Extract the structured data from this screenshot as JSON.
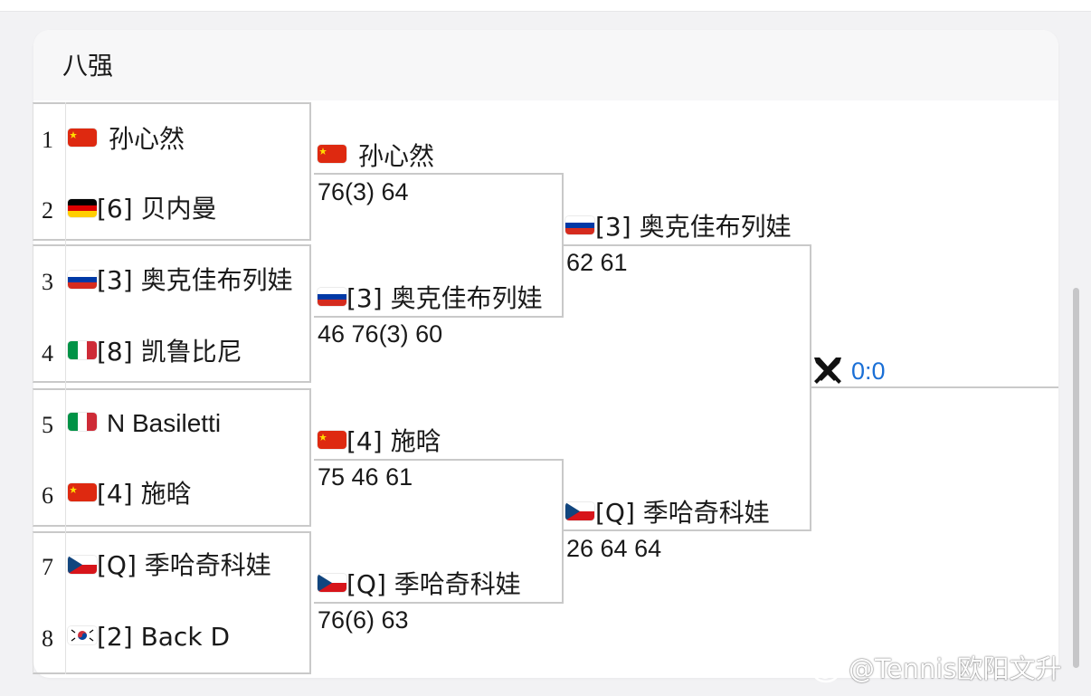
{
  "section_title": "八强",
  "round1": [
    {
      "seed": "1",
      "flag": "cn",
      "name": "孙心然"
    },
    {
      "seed": "2",
      "flag": "de",
      "name": "[6] 贝内曼"
    },
    {
      "seed": "3",
      "flag": "ru",
      "name": "[3] 奥克佳布列娃"
    },
    {
      "seed": "4",
      "flag": "it",
      "name": "[8] 凯鲁比尼"
    },
    {
      "seed": "5",
      "flag": "it",
      "name": "N Basiletti"
    },
    {
      "seed": "6",
      "flag": "cn",
      "name": "[4] 施晗"
    },
    {
      "seed": "7",
      "flag": "cz",
      "name": "[Q] 季哈奇科娃"
    },
    {
      "seed": "8",
      "flag": "kr",
      "name": "[2] Back D"
    }
  ],
  "semifinal_entries": [
    {
      "flag": "cn",
      "name": "孙心然",
      "score": "76(3) 64"
    },
    {
      "flag": "ru",
      "name": "[3] 奥克佳布列娃",
      "score": "46 76(3) 60"
    },
    {
      "flag": "cn",
      "name": "[4] 施晗",
      "score": "75 46 61"
    },
    {
      "flag": "cz",
      "name": "[Q] 季哈奇科娃",
      "score": "76(6) 63"
    }
  ],
  "final_entries": [
    {
      "flag": "ru",
      "name": "[3] 奥克佳布列娃",
      "score": "62 61"
    },
    {
      "flag": "cz",
      "name": "[Q] 季哈奇科娃",
      "score": "26 64 64"
    }
  ],
  "final_match": {
    "icon": "crossed-swords-icon",
    "score": "0:0"
  },
  "watermark": "@Tennis欧阳文升",
  "colors": {
    "link_blue": "#1a6fd6",
    "bracket_line": "#c9c9c9"
  }
}
